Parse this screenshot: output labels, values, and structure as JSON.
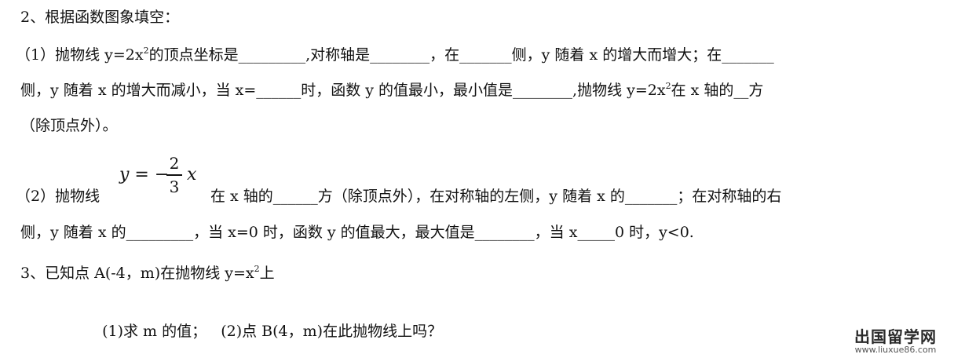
{
  "q2": {
    "heading": "2、根据函数图象填空：",
    "p1": {
      "l1a": "（1）抛物线 y=2x",
      "l1sup": "2",
      "l1b": "的顶点坐标是_________,对称轴是________，在_______侧，y 随着 x 的增大而增大；在_______",
      "l2a": "侧，y 随着 x 的增大而减小，当 x=______时，函数 y 的值最小，最小值是________,抛物线 y=2x",
      "l2sup": "2",
      "l2b": "在 x 轴的__方",
      "l3": "（除顶点外）。"
    },
    "p2": {
      "formula_lhs": "y = −",
      "formula_num": "2",
      "formula_den": "3",
      "formula_var": "x",
      "prefix": "（2）抛物线",
      "l1rest": "在 x 轴的______方（除顶点外），在对称轴的左侧，y 随着 x 的_______；在对称轴的右",
      "l2": "侧，y 随着 x 的_________，当 x=0 时，函数 y 的值最大，最大值是________，当 x_____0 时，y<0."
    }
  },
  "q3": {
    "heading_a": "3、已知点 A(-4，m)在抛物线 y=x",
    "heading_sup": "2",
    "heading_b": "上",
    "sub": "(1)求 m 的值；   (2)点 B(4，m)在此抛物线上吗？"
  },
  "watermark": {
    "title": "出国留学网",
    "url": "www.liuxue86.com"
  }
}
